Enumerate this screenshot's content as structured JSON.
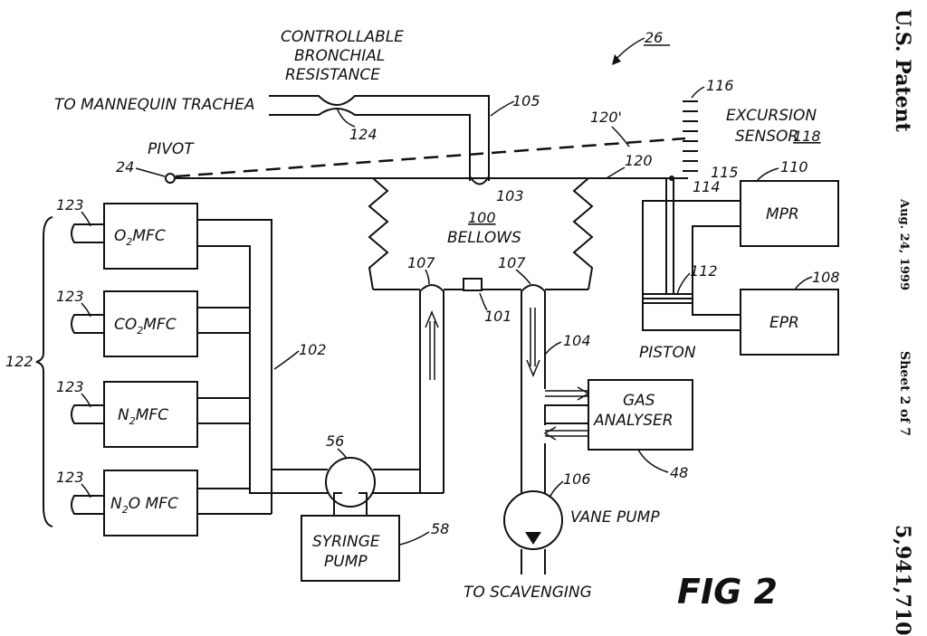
{
  "header": {
    "patent": "U.S. Patent",
    "date": "Aug. 24, 1999",
    "sheet": "Sheet 2 of 7",
    "number": "5,941,710"
  },
  "labels": {
    "controllable_line1": "CONTROLLABLE",
    "controllable_line2": "BRONCHIAL",
    "controllable_line3": "RESISTANCE",
    "trachea": "TO MANNEQUIN TRACHEA",
    "pivot": "PIVOT",
    "excursion_line1": "EXCURSION",
    "excursion_line2": "SENSOR",
    "bellows": "BELLOWS",
    "mpr": "MPR",
    "epr": "EPR",
    "piston": "PISTON",
    "gas_line1": "GAS",
    "gas_line2": "ANALYSER",
    "vane_pump": "VANE PUMP",
    "syringe_line1": "SYRINGE",
    "syringe_line2": "PUMP",
    "scavenging": "TO SCAVENGING",
    "fig": "FIG 2"
  },
  "mfc": [
    {
      "pre": "O",
      "sub": "2",
      "post": "MFC"
    },
    {
      "pre": "CO",
      "sub": "2",
      "post": "MFC"
    },
    {
      "pre": "N",
      "sub": "2",
      "post": "MFC"
    },
    {
      "pre": "N",
      "sub": "2",
      "post": "O MFC"
    }
  ],
  "refs": {
    "r26": "26",
    "r105": "105",
    "r124": "124",
    "r116": "116",
    "r120p": "120'",
    "r118": "118",
    "r24": "24",
    "r120": "120",
    "r115": "115",
    "r114": "114",
    "r110": "110",
    "r103": "103",
    "r100": "100",
    "r107a": "107",
    "r107b": "107",
    "r101": "101",
    "r112": "112",
    "r108": "108",
    "r122": "122",
    "r123a": "123",
    "r123b": "123",
    "r123c": "123",
    "r123d": "123",
    "r102": "102",
    "r104": "104",
    "r56": "56",
    "r58": "58",
    "r106": "106",
    "r48": "48"
  }
}
